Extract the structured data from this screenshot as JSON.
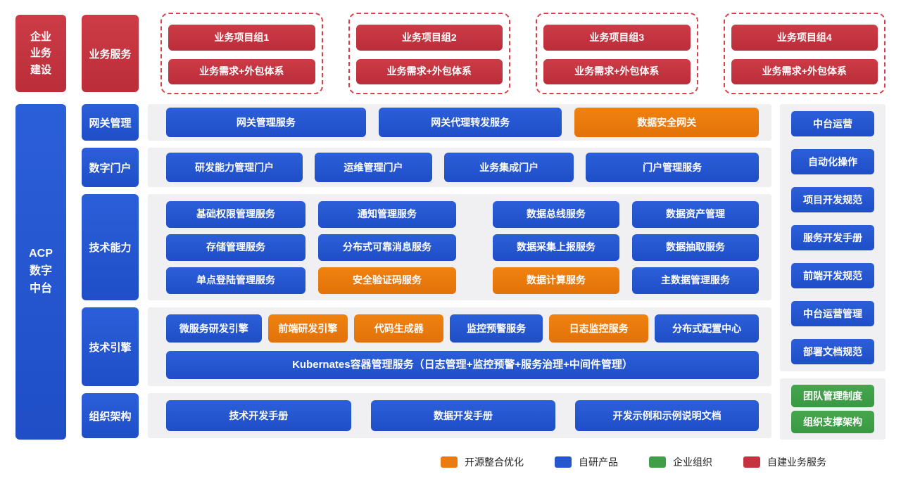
{
  "palette": {
    "orange": "#EB7B10",
    "blue": "#2356CF",
    "green": "#3F9F48",
    "red": "#C5333E",
    "panel_background": "#F0F0F2"
  },
  "top": {
    "enterprise_label": "企业\n业务\n建设",
    "business_services_label": "业务服务",
    "project_groups": [
      {
        "title": "业务项目组1",
        "subtitle": "业务需求+外包体系"
      },
      {
        "title": "业务项目组2",
        "subtitle": "业务需求+外包体系"
      },
      {
        "title": "业务项目组3",
        "subtitle": "业务需求+外包体系"
      },
      {
        "title": "业务项目组4",
        "subtitle": "业务需求+外包体系"
      }
    ]
  },
  "acp_label": "ACP\n数字\n中台",
  "sections": [
    {
      "label": "网关管理",
      "items": [
        "网关管理服务",
        "网关代理转发服务",
        "数据安全网关"
      ]
    },
    {
      "label": "数字门户",
      "items": [
        "研发能力管理门户",
        "运维管理门户",
        "业务集成门户",
        "门户管理服务"
      ]
    },
    {
      "label": "技术能力",
      "items": [
        "基础权限管理服务",
        "通知管理服务",
        "数据总线服务",
        "数据资产管理",
        "存储管理服务",
        "分布式可靠消息服务",
        "数据采集上报服务",
        "数据抽取服务",
        "单点登陆管理服务",
        "安全验证码服务",
        "数据计算服务",
        "主数据管理服务"
      ]
    },
    {
      "label": "技术引擎",
      "items": [
        "微服务研发引擎",
        "前端研发引擎",
        "代码生成器",
        "监控预警服务",
        "日志监控服务",
        "分布式配置中心",
        "Kubernates容器管理服务（日志管理+监控预警+服务治理+中间件管理）"
      ]
    },
    {
      "label": "组织架构",
      "items": [
        "技术开发手册",
        "数据开发手册",
        "开发示例和示例说明文档"
      ]
    }
  ],
  "right_column": {
    "blue_items": [
      "中台运营",
      "自动化操作",
      "项目开发规范",
      "服务开发手册",
      "前端开发规范",
      "中台运营管理",
      "部署文档规范"
    ],
    "green_items": [
      "团队管理制度",
      "组织支撑架构"
    ]
  },
  "legend": [
    {
      "label": "开源整合优化",
      "color": "#EB7B10"
    },
    {
      "label": "自研产品",
      "color": "#2356CF"
    },
    {
      "label": "企业组织",
      "color": "#3F9F48"
    },
    {
      "label": "自建业务服务",
      "color": "#C5333E"
    }
  ]
}
